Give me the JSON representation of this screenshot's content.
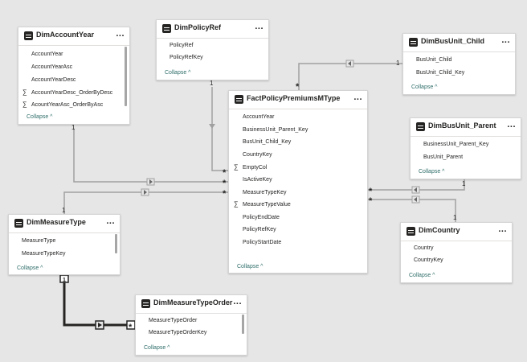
{
  "tables": {
    "dim_account_year": {
      "title": "DimAccountYear",
      "fields": [
        "AccountYear",
        "AccountYearAsc",
        "AccountYearDesc",
        "AccountYearDesc_OrderByDesc",
        "AcountYearAsc_OrderByAsc"
      ],
      "collapse": "Collapse ^"
    },
    "dim_policy_ref": {
      "title": "DimPolicyRef",
      "fields": [
        "PolicyRef",
        "PolicyRefKey"
      ],
      "collapse": "Collapse ^"
    },
    "dim_bus_unit_child": {
      "title": "DimBusUnit_Child",
      "fields": [
        "BusUnit_Child",
        "BusUnit_Child_Key"
      ],
      "collapse": "Collapse ^"
    },
    "fact_policy_premiums": {
      "title": "FactPolicyPremiumsMType",
      "fields": [
        "AccountYear",
        "BusinessUnit_Parent_Key",
        "BusUnit_Child_Key",
        "CountryKey",
        "EmptyCol",
        "IsActiveKey",
        "MeasureTypeKey",
        "MeasureTypeValue",
        "PolicyEndDate",
        "PolicyRefKey",
        "PolicyStartDate"
      ],
      "collapse": "Collapse ^"
    },
    "dim_bus_unit_parent": {
      "title": "DimBusUnit_Parent",
      "fields": [
        "BusinessUnit_Parent_Key",
        "BusUnit_Parent"
      ],
      "collapse": "Collapse ^"
    },
    "dim_measure_type": {
      "title": "DimMeasureType",
      "fields": [
        "MeasureType",
        "MeasureTypeKey"
      ],
      "collapse": "Collapse ^"
    },
    "dim_country": {
      "title": "DimCountry",
      "fields": [
        "Country",
        "CountryKey"
      ],
      "collapse": "Collapse ^"
    },
    "dim_measure_type_order": {
      "title": "DimMeasureTypeOrder",
      "fields": [
        "MeasureTypeOrder",
        "MeasureTypeOrderKey"
      ],
      "collapse": "Collapse ^"
    }
  },
  "ui": {
    "more_label": "...",
    "sigma": "∑"
  },
  "relationships": {
    "one_label": "1",
    "many_label": "*"
  },
  "colors": {
    "canvas": "#e6e6e6",
    "line": "#a0a0a0",
    "selected_line": "#252423",
    "collapse_link": "#2f6e6a"
  }
}
